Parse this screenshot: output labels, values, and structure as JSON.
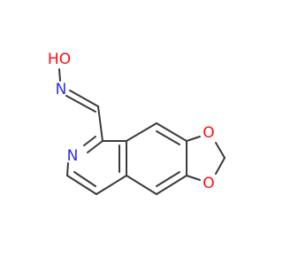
{
  "colors": {
    "bond": "#3a3a3a",
    "oxygen": "#ff0d0d",
    "nitrogen": "#2c2cf0",
    "background": "#ffffff"
  },
  "atoms": {
    "hydroxyl": "HO",
    "oxime_n": "N",
    "ring_n": "N",
    "dioxole_o_upper": "O",
    "dioxole_o_lower": "O"
  }
}
